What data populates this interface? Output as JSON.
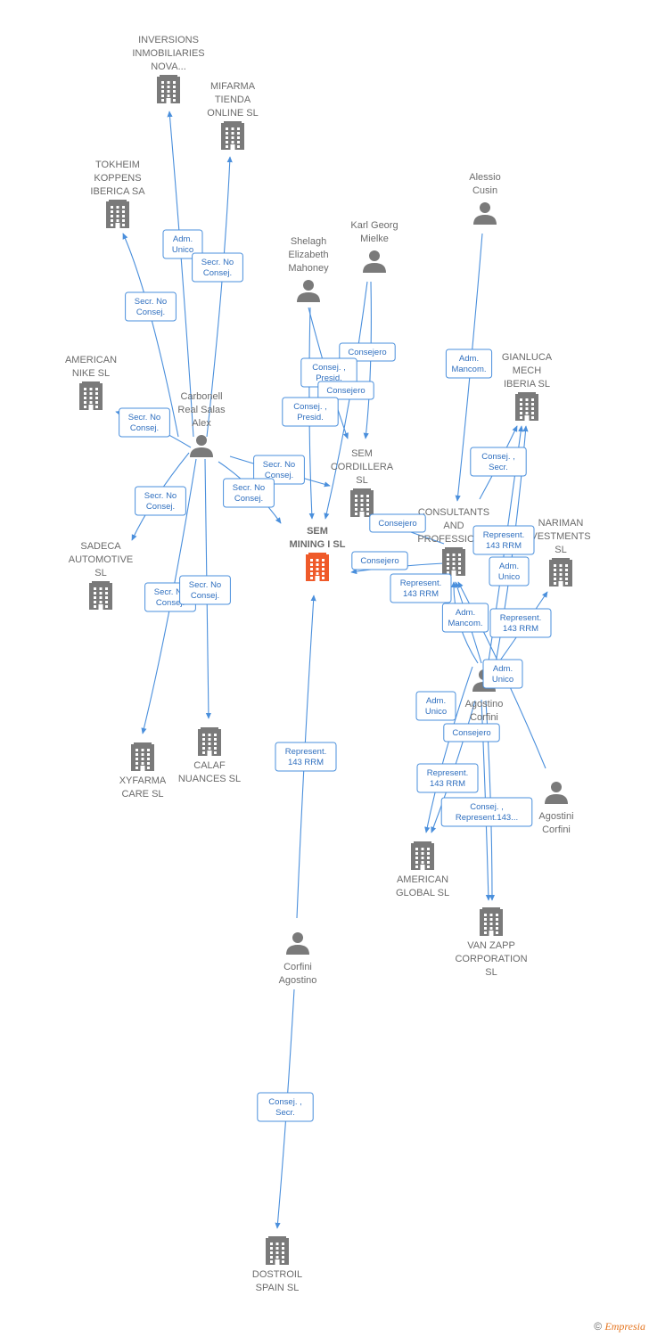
{
  "colors": {
    "edge": "#4a8fdc",
    "node": "#7a7a7a",
    "focus": "#ef5a2a"
  },
  "credit": {
    "symbol": "©",
    "brand": "Empresia"
  },
  "nodes": [
    {
      "id": "inversions",
      "type": "company",
      "lines": [
        "INVERSIONS",
        "INMOBILIARIES",
        "NOVA..."
      ]
    },
    {
      "id": "mifarma",
      "type": "company",
      "lines": [
        "MIFARMA",
        "TIENDA",
        "ONLINE SL"
      ]
    },
    {
      "id": "tokheim",
      "type": "company",
      "lines": [
        "TOKHEIM",
        "KOPPENS",
        "IBERICA SA"
      ]
    },
    {
      "id": "american-nike",
      "type": "company",
      "lines": [
        "AMERICAN",
        "NIKE SL"
      ]
    },
    {
      "id": "carbonell",
      "type": "person",
      "lines": [
        "Carbonell",
        "Real Salas",
        "Alex"
      ]
    },
    {
      "id": "shelagh",
      "type": "person",
      "lines": [
        "Shelagh",
        "Elizabeth",
        "Mahoney"
      ]
    },
    {
      "id": "karl",
      "type": "person",
      "lines": [
        "Karl Georg",
        "Mielke"
      ]
    },
    {
      "id": "alessio",
      "type": "person",
      "lines": [
        "Alessio",
        "Cusin"
      ]
    },
    {
      "id": "gianluca",
      "type": "company",
      "lines": [
        "GIANLUCA",
        "MECH",
        "IBERIA SL"
      ]
    },
    {
      "id": "sem-cordillera",
      "type": "company",
      "lines": [
        "SEM",
        "CORDILLERA",
        "SL"
      ]
    },
    {
      "id": "sem-mining",
      "type": "focus",
      "lines": [
        "SEM",
        "MINING I SL"
      ]
    },
    {
      "id": "consultants",
      "type": "company",
      "lines": [
        "CONSULTANTS",
        "AND",
        "PROFESSION..."
      ]
    },
    {
      "id": "nariman",
      "type": "company",
      "lines": [
        "NARIMAN",
        "VESTMENTS",
        "SL"
      ]
    },
    {
      "id": "sadeca",
      "type": "company",
      "lines": [
        "SADECA",
        "AUTOMOTIVE",
        "SL"
      ]
    },
    {
      "id": "agostino-corfini",
      "type": "person",
      "lines": [
        "Agostino",
        "Corfini"
      ]
    },
    {
      "id": "agostini-corfini",
      "type": "person",
      "lines": [
        "Agostini",
        "Corfini"
      ]
    },
    {
      "id": "xyfarma",
      "type": "company",
      "lines": [
        "XYFARMA",
        "CARE SL"
      ]
    },
    {
      "id": "calaf",
      "type": "company",
      "lines": [
        "CALAF",
        "NUANCES SL"
      ]
    },
    {
      "id": "american-global",
      "type": "company",
      "lines": [
        "AMERICAN",
        "GLOBAL SL"
      ]
    },
    {
      "id": "van-zapp",
      "type": "company",
      "lines": [
        "VAN ZAPP",
        "CORPORATION",
        "SL"
      ]
    },
    {
      "id": "corfini-agostino",
      "type": "person",
      "lines": [
        "Corfini",
        "Agostino"
      ]
    },
    {
      "id": "dostroil",
      "type": "company",
      "lines": [
        "DOSTROIL",
        "SPAIN SL"
      ]
    }
  ],
  "edges": [
    {
      "id": "e1",
      "from": "carbonell",
      "to": "inversions",
      "label": [
        "Adm.",
        "Unico"
      ]
    },
    {
      "id": "e2",
      "from": "carbonell",
      "to": "mifarma",
      "label": [
        "Secr. No",
        "Consej."
      ]
    },
    {
      "id": "e3",
      "from": "carbonell",
      "to": "tokheim",
      "label": [
        "Secr. No",
        "Consej."
      ]
    },
    {
      "id": "e4",
      "from": "carbonell",
      "to": "american-nike",
      "label": [
        "Secr. No",
        "Consej."
      ]
    },
    {
      "id": "e5",
      "from": "carbonell",
      "to": "sem-cordillera",
      "label": [
        "Secr. No",
        "Consej."
      ]
    },
    {
      "id": "e6",
      "from": "carbonell",
      "to": "sem-mining",
      "label": [
        "Secr. No",
        "Consej."
      ]
    },
    {
      "id": "e7",
      "from": "carbonell",
      "to": "sadeca",
      "label": [
        "Secr. No",
        "Consej."
      ]
    },
    {
      "id": "e8",
      "from": "carbonell",
      "to": "xyfarma",
      "label": [
        "Secr. No",
        "Consej."
      ]
    },
    {
      "id": "e9",
      "from": "carbonell",
      "to": "calaf",
      "label": [
        "Secr. No",
        "Consej."
      ]
    },
    {
      "id": "e10",
      "from": "karl",
      "to": "sem-mining",
      "label": [
        "Consejero"
      ]
    },
    {
      "id": "e11",
      "from": "shelagh",
      "to": "sem-cordillera",
      "label": [
        "Consej. ,",
        "Presid."
      ]
    },
    {
      "id": "e12",
      "from": "karl",
      "to": "sem-cordillera",
      "label": [
        "Consejero"
      ]
    },
    {
      "id": "e13",
      "from": "shelagh",
      "to": "sem-mining",
      "label": [
        "Consej. ,",
        "Presid."
      ]
    },
    {
      "id": "e14",
      "from": "alessio",
      "to": "consultants",
      "label": [
        "Adm.",
        "Mancom."
      ]
    },
    {
      "id": "e15",
      "from": "consultants",
      "to": "gianluca",
      "label": [
        "Consej. ,",
        "Secr."
      ]
    },
    {
      "id": "e16",
      "from": "consultants",
      "to": "sem-cordillera",
      "label": [
        "Consejero"
      ]
    },
    {
      "id": "e17",
      "from": "consultants",
      "to": "sem-mining",
      "label": [
        "Consejero"
      ]
    },
    {
      "id": "e18",
      "from": "agostino-corfini",
      "to": "gianluca",
      "label": [
        "Represent.",
        "143 RRM"
      ]
    },
    {
      "id": "e19",
      "from": "agostino-corfini",
      "to": "consultants",
      "label": [
        "Represent.",
        "143 RRM"
      ]
    },
    {
      "id": "e20",
      "from": "agostino-corfini",
      "to": "gianluca",
      "label": [
        "Adm.",
        "Unico"
      ]
    },
    {
      "id": "e21",
      "from": "agostino-corfini",
      "to": "consultants",
      "label": [
        "Adm.",
        "Mancom."
      ]
    },
    {
      "id": "e22",
      "from": "agostino-corfini",
      "to": "nariman",
      "label": [
        "Represent.",
        "143 RRM"
      ]
    },
    {
      "id": "e23",
      "from": "agostini-corfini",
      "to": "consultants",
      "label": [
        "Adm.",
        "Unico"
      ]
    },
    {
      "id": "e24",
      "from": "agostino-corfini",
      "to": "american-global",
      "label": [
        "Adm.",
        "Unico"
      ]
    },
    {
      "id": "e25",
      "from": "agostino-corfini",
      "to": "van-zapp",
      "label": [
        "Consejero"
      ]
    },
    {
      "id": "e26",
      "from": "agostino-corfini",
      "to": "american-global",
      "label": [
        "Represent.",
        "143 RRM"
      ]
    },
    {
      "id": "e27",
      "from": "agostino-corfini",
      "to": "van-zapp",
      "label": [
        "Consej. ,",
        "Represent.143..."
      ]
    },
    {
      "id": "e28",
      "from": "corfini-agostino",
      "to": "sem-mining",
      "label": [
        "Represent.",
        "143 RRM"
      ]
    },
    {
      "id": "e29",
      "from": "corfini-agostino",
      "to": "dostroil",
      "label": [
        "Consej. ,",
        "Secr."
      ]
    }
  ]
}
